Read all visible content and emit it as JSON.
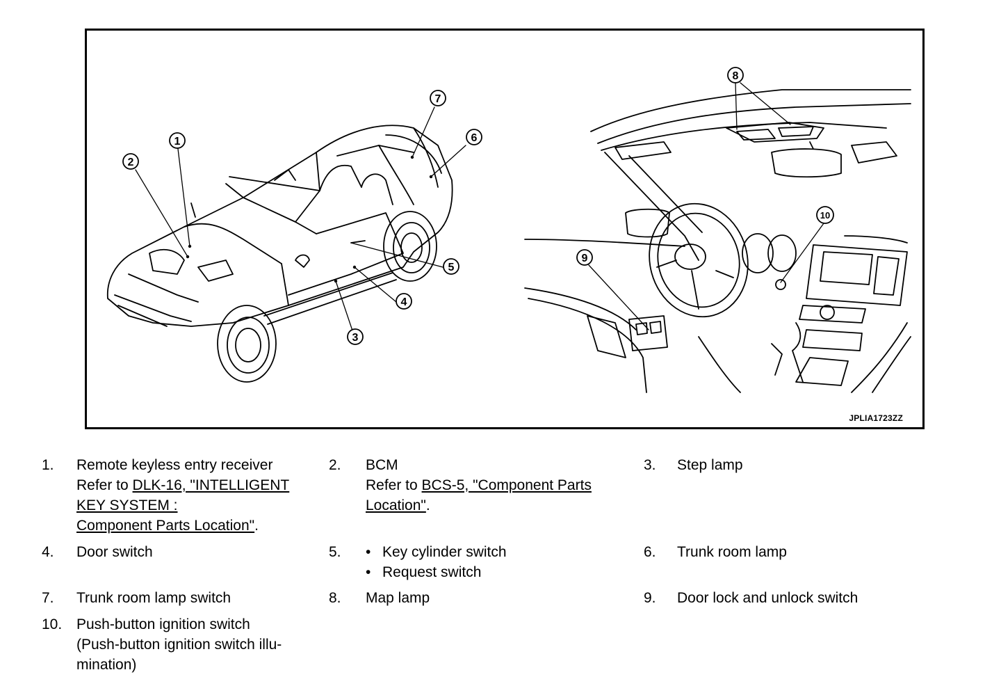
{
  "figure": {
    "code": "JPLIA1723ZZ",
    "callouts": [
      "1",
      "2",
      "3",
      "4",
      "5",
      "6",
      "7",
      "8",
      "9",
      "10"
    ]
  },
  "legend": [
    {
      "num": "1.",
      "title": "Remote keyless entry receiver",
      "ref_prefix": "Refer to ",
      "ref_line1": "DLK-16, \"INTELLIGENT ",
      "ref_line2": "KEY SYSTEM : ",
      "ref_line3": "Component  Parts  Location\"",
      "ref_suffix": "."
    },
    {
      "num": "2.",
      "title": "BCM",
      "ref_prefix": "Refer to ",
      "ref_line1": "BCS-5, \"Component Parts ",
      "ref_line2": "Location\"",
      "ref_suffix": "."
    },
    {
      "num": "3.",
      "title": "Step lamp"
    },
    {
      "num": "4.",
      "title": "Door switch"
    },
    {
      "num": "5.",
      "bullets": [
        "Key cylinder switch",
        "Request switch"
      ],
      "bullet_char": "•"
    },
    {
      "num": "6.",
      "title": "Trunk room lamp"
    },
    {
      "num": "7.",
      "title": "Trunk room lamp switch"
    },
    {
      "num": "8.",
      "title": "Map lamp"
    },
    {
      "num": "9.",
      "title": "Door lock and unlock switch"
    },
    {
      "num": "10.",
      "line1": "Push-button ignition switch",
      "line2": "(Push-button ignition switch illu-",
      "line3": "mination)"
    }
  ]
}
